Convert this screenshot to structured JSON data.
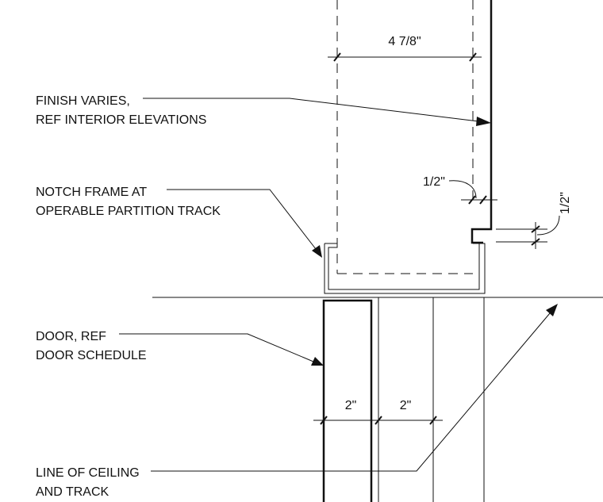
{
  "notes": {
    "finish": [
      "FINISH VARIES,",
      "REF INTERIOR ELEVATIONS"
    ],
    "notch": [
      "NOTCH FRAME AT",
      "OPERABLE PARTITION TRACK"
    ],
    "door": [
      "DOOR, REF",
      "DOOR SCHEDULE"
    ],
    "ceiling": [
      "LINE OF CEILING",
      "AND TRACK"
    ]
  },
  "dimensions": {
    "frame_depth": "4 7/8\"",
    "notch_horizontal": "1/2\"",
    "notch_vertical": "1/2\"",
    "door_thickness": "2\"",
    "track_offset": "2\""
  },
  "colors": {
    "line": "#111111",
    "background": "#ffffff"
  }
}
